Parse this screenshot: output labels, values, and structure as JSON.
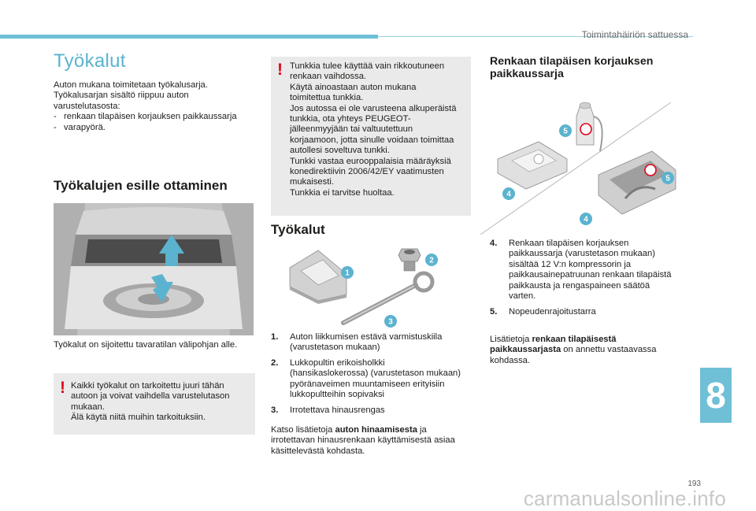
{
  "header": {
    "section_title": "Toimintahäiriön sattuessa"
  },
  "left": {
    "title": "Työkalut",
    "intro": [
      "Auton mukana toimitetaan työkalusarja.",
      "Työkalusarjan sisältö riippuu auton",
      "varustelutasosta:",
      "-   renkaan tilapäisen korjauksen paikkaussarja",
      "-   varapyörä."
    ],
    "subtitle": "Työkalujen esille ottaminen",
    "image_caption": "Työkalut on sijoitettu tavaratilan välipohjan alle.",
    "warning": [
      "Kaikki työkalut on tarkoitettu juuri tähän",
      "autoon ja voivat vaihdella varustelutason",
      "mukaan.",
      "Älä käytä niitä muihin tarkoituksiin."
    ]
  },
  "middle": {
    "warning": [
      "Tunkkia tulee käyttää vain rikkoutuneen",
      "renkaan vaihdossa.",
      "Käytä ainoastaan auton mukana",
      "toimitettua tunkkia.",
      "Jos autossa ei ole varusteena alkuperäistä",
      "tunkkia, ota yhteys PEUGEOT-",
      "jälleenmyyjään tai valtuutettuun",
      "korjaamoon, jotta sinulle voidaan toimittaa",
      "autollesi soveltuva tunkki.",
      "Tunkki vastaa eurooppalaisia määräyksiä",
      "konedirektiivin 2006/42/EY vaatimusten",
      "mukaisesti.",
      "Tunkkia ei tarvitse huoltaa."
    ],
    "title": "Työkalut",
    "items": [
      {
        "num": "1.",
        "lines": [
          "Auton liikkumisen estävä varmistuskiila",
          "(varustetason mukaan)"
        ]
      },
      {
        "num": "2.",
        "lines": [
          "Lukkopultin erikoisholkki",
          "(hansikaslokerossa) (varustetason mukaan)",
          "pyöränaveimen muuntamiseen erityisiin",
          "lukkopultteihin sopivaksi"
        ]
      },
      {
        "num": "3.",
        "lines": [
          "Irrotettava hinausrengas"
        ]
      }
    ],
    "note_prefix": "Katso lisätietoja ",
    "note_bold": "auton hinaamisesta",
    "note_line1_suffix": " ja",
    "note_rest": [
      "irrotettavan hinausrenkaan käyttämisestä asiaa",
      "käsittelevästä kohdasta."
    ],
    "badges": [
      "1",
      "2",
      "3"
    ]
  },
  "right": {
    "title_lines": [
      "Renkaan tilapäisen korjauksen",
      "paikkaussarja"
    ],
    "items": [
      {
        "num": "4.",
        "lines": [
          "Renkaan tilapäisen korjauksen",
          "paikkaussarja (varustetason mukaan)",
          "sisältää 12 V:n kompressorin ja",
          "paikkausainepatruunan renkaan tilapäistä",
          "paikkausta ja rengaspaineen säätöä",
          "varten."
        ]
      },
      {
        "num": "5.",
        "lines": [
          "Nopeudenrajoitustarra"
        ]
      }
    ],
    "note_prefix": "Lisätietoja ",
    "note_bold_line1": "renkaan tilapäisestä",
    "note_bold_line2": "paikkaussarjasta",
    "note_suffix": " on annettu vastaavassa",
    "note_last": "kohdassa.",
    "badges": [
      "5",
      "5",
      "4",
      "4"
    ]
  },
  "footer": {
    "chapter": "8",
    "page_number": "193",
    "watermark": "carmanualsonline.info"
  },
  "colors": {
    "accent": "#6fbfd6",
    "badge": "#5bb3cf",
    "warning_mark": "#e3001b",
    "warning_bg": "#eaeaea"
  }
}
